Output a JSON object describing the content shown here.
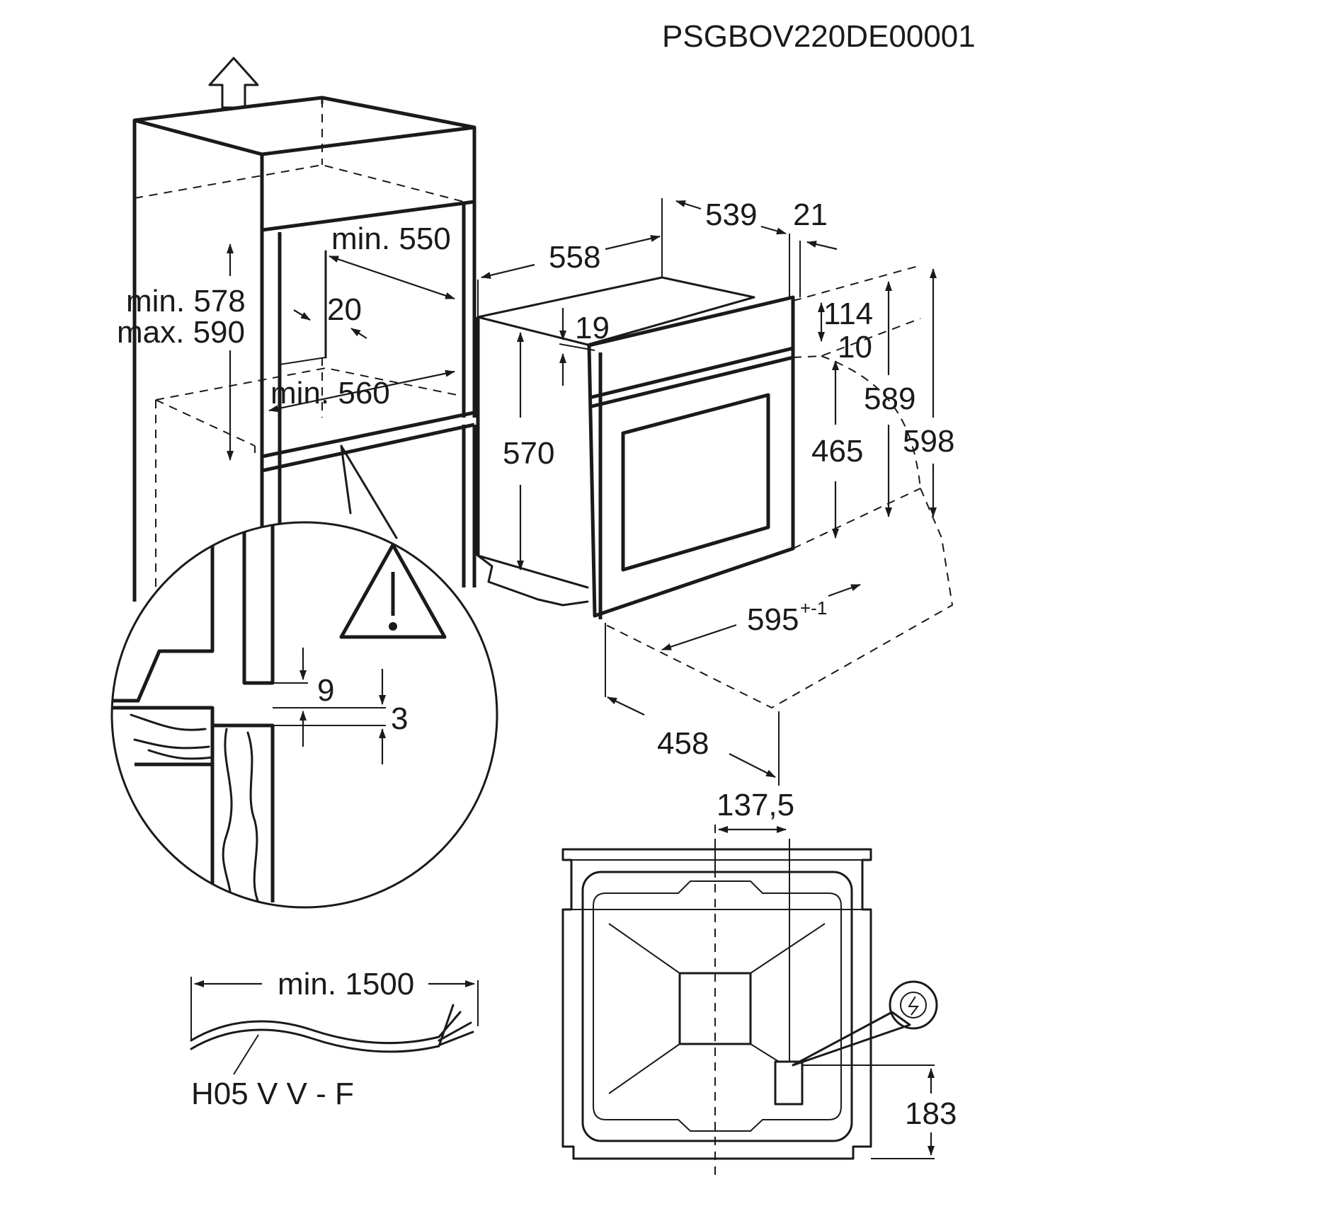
{
  "header": {
    "code": "PSGBOV220DE00001"
  },
  "cabinet": {
    "depth_label": "min. 550",
    "height_min_label": "min. 578",
    "height_max_label": "max. 590",
    "gap_label": "20",
    "width_label": "min. 560"
  },
  "oven": {
    "depth_label": "558",
    "body_depth_label": "539",
    "front_thickness_label": "21",
    "top_gap_label": "19",
    "body_height_label": "570",
    "panel_label": "114",
    "panel_gap_label": "10",
    "door_height_label": "465",
    "front_height_label": "589",
    "total_height_label": "598",
    "width_label": "595",
    "width_tolerance_label": "+-1",
    "side_depth_label": "458"
  },
  "detail": {
    "step_label": "9",
    "gap_label": "3"
  },
  "cable": {
    "length_label": "min. 1500",
    "type_label": "H05 V V - F"
  },
  "rear": {
    "offset_label": "137,5",
    "height_label": "183"
  },
  "colors": {
    "ink": "#1a1a1a",
    "background": "#ffffff"
  }
}
